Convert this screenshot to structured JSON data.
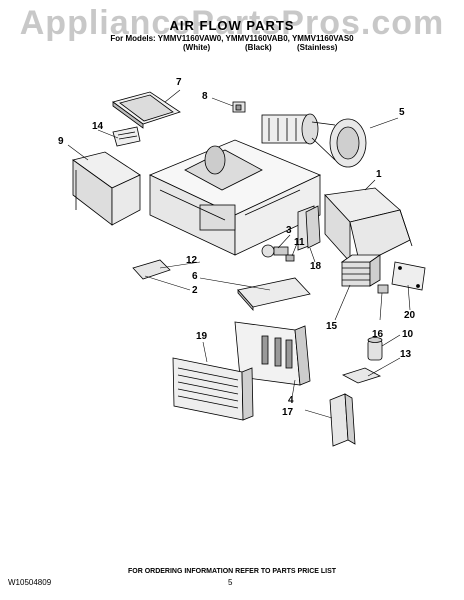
{
  "watermark": "AppliancePartsPros.com",
  "header": {
    "title": "AIR FLOW PARTS",
    "models_line": "For Models: YMMV1160VAW0, YMMV1160VAB0, YMMV1160VAS0",
    "variants": [
      "(White)",
      "(Black)",
      "(Stainless)"
    ]
  },
  "callouts": [
    "1",
    "2",
    "3",
    "4",
    "5",
    "6",
    "7",
    "8",
    "9",
    "10",
    "11",
    "12",
    "13",
    "14",
    "15",
    "16",
    "17",
    "18",
    "19",
    "20"
  ],
  "footer": {
    "note": "FOR ORDERING INFORMATION REFER TO PARTS PRICE LIST",
    "doc_number": "W10504809",
    "page_number": "5"
  }
}
